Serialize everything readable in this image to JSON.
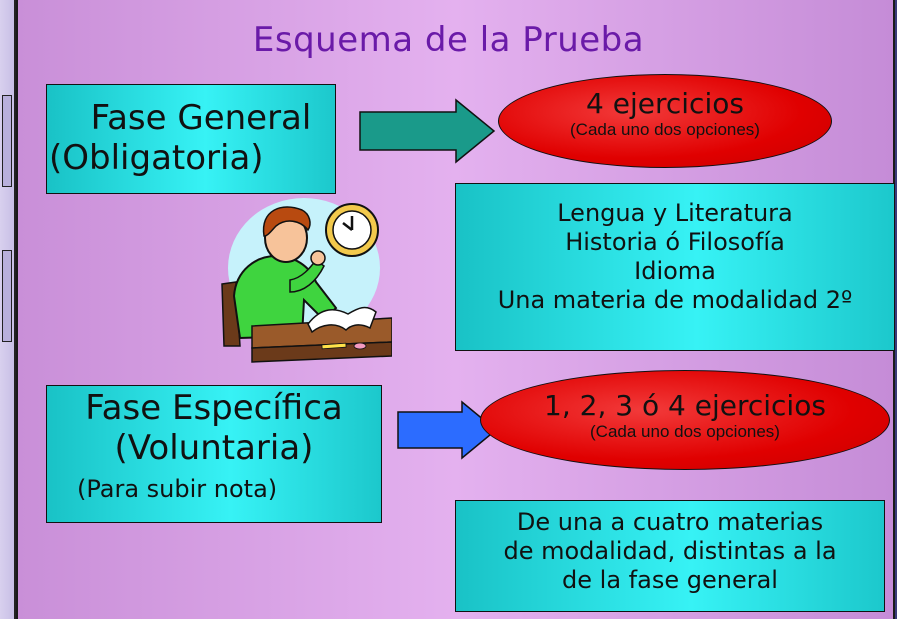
{
  "title": "Esquema de la Prueba",
  "fase_general": {
    "line1": "Fase General",
    "line2": "(Obligatoria)",
    "ellipse_main": "4 ejercicios",
    "ellipse_sub": "(Cada uno dos opciones)",
    "arrow_color": "#1a9a8a",
    "materias": [
      "Lengua y Literatura",
      "Historia ó Filosofía",
      "Idioma",
      "Una materia de modalidad 2º"
    ]
  },
  "fase_especifica": {
    "line1": "Fase Específica",
    "line2": "(Voluntaria)",
    "line3": "(Para subir nota)",
    "ellipse_main": "1, 2, 3 ó 4 ejercicios",
    "ellipse_sub": "(Cada uno dos opciones)",
    "arrow_color": "#2c6cff",
    "materias": [
      "De una a cuatro materias",
      "de modalidad, distintas a la",
      "de la fase general"
    ]
  },
  "colors": {
    "background": "#e4b1ef",
    "title": "#6a1aa8",
    "box": "#37f2f5",
    "ellipse": "#e00000"
  },
  "illustration": "student-studying-with-clock"
}
